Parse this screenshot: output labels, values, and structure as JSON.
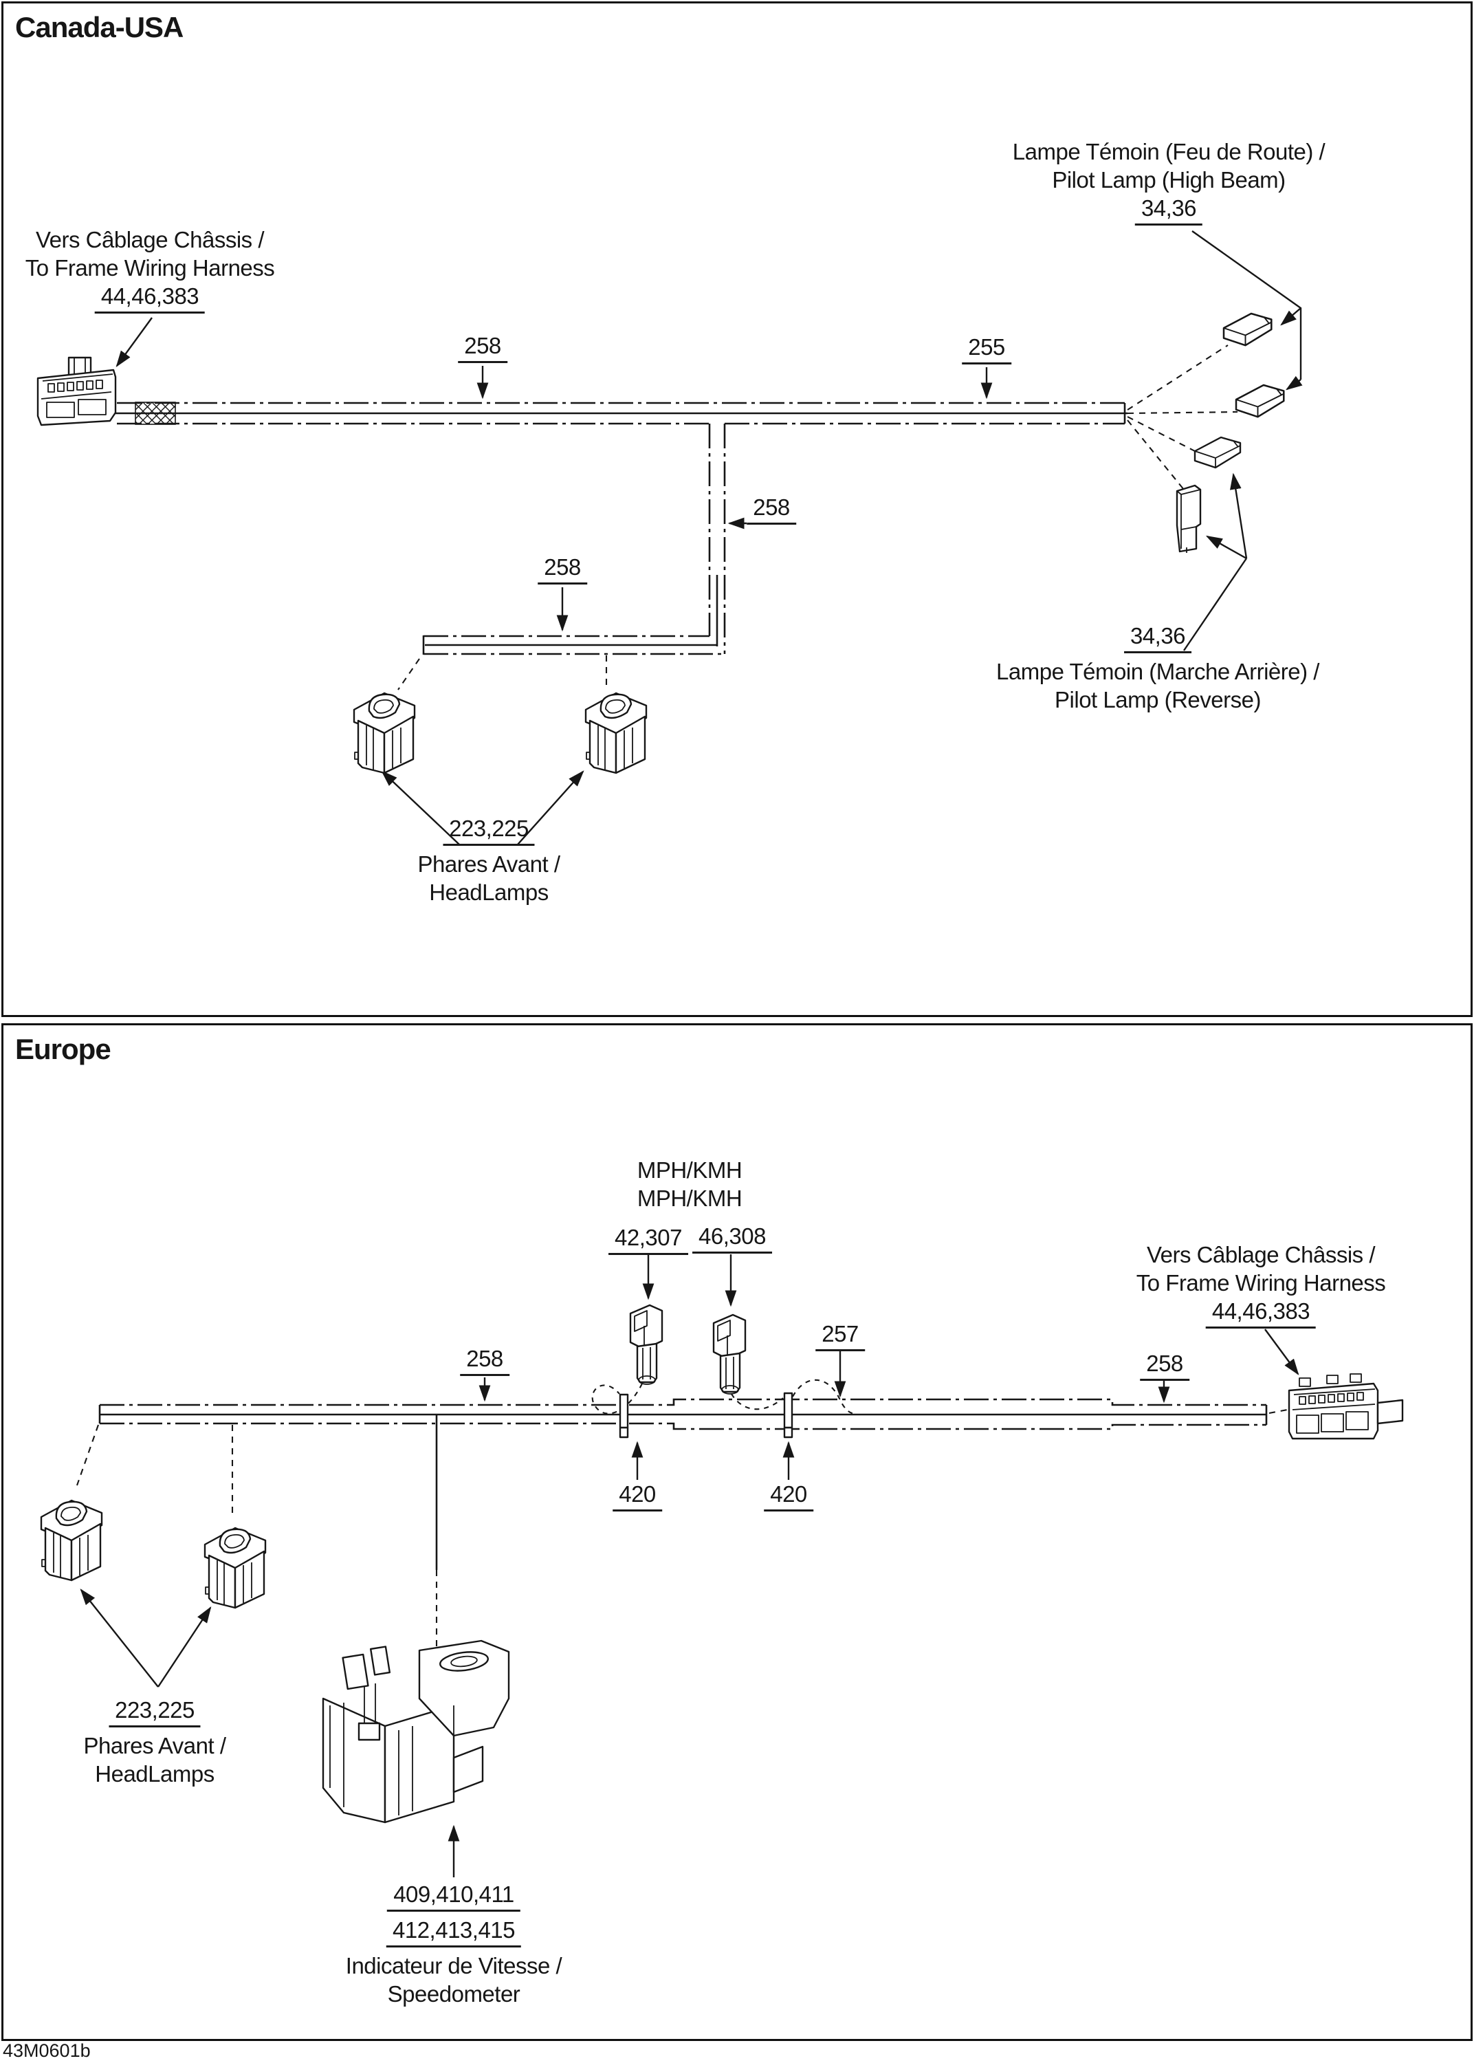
{
  "doc_code": "43M0601b",
  "canada": {
    "title": "Canada-USA",
    "frame_harness": {
      "line1": "Vers Câblage Châssis /",
      "line2": "To Frame Wiring Harness",
      "part": "44,46,383"
    },
    "high_beam_lamp": {
      "line1": "Lampe Témoin (Feu de Route) /",
      "line2": "Pilot Lamp (High Beam)",
      "part": "34,36"
    },
    "reverse_lamp": {
      "part": "34,36",
      "line1": "Lampe Témoin (Marche Arrière) /",
      "line2": "Pilot Lamp (Reverse)"
    },
    "headlamps": {
      "part": "223,225",
      "line1": "Phares Avant /",
      "line2": "HeadLamps"
    },
    "wires": {
      "w258_main": "258",
      "w255": "255",
      "w258_vertical": "258",
      "w258_lower": "258"
    }
  },
  "europe": {
    "title": "Europe",
    "mph_kmh": {
      "line1": "MPH/KMH",
      "line2": "MPH/KMH",
      "left_part": "42,307",
      "right_part": "46,308"
    },
    "frame_harness": {
      "line1": "Vers Câblage Châssis /",
      "line2": "To Frame Wiring Harness",
      "part": "44,46,383"
    },
    "headlamps": {
      "part": "223,225",
      "line1": "Phares Avant /",
      "line2": "HeadLamps"
    },
    "speedometer": {
      "part1": "409,410,411",
      "part2": "412,413,415",
      "line1": "Indicateur de Vitesse /",
      "line2": "Speedometer"
    },
    "wires": {
      "w258_left": "258",
      "w257": "257",
      "w258_right": "258",
      "w420_left": "420",
      "w420_right": "420"
    }
  }
}
